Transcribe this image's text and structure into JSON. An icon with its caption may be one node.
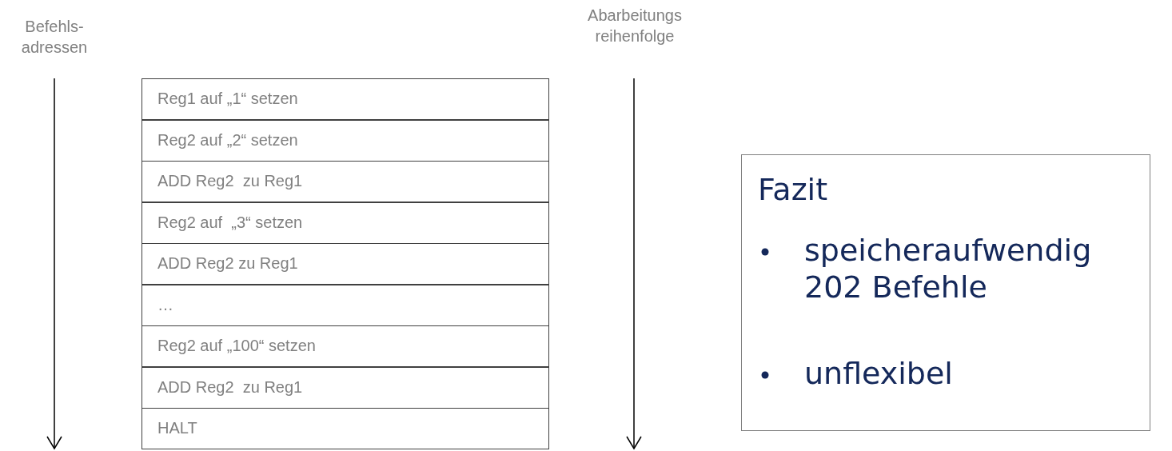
{
  "diagram": {
    "nodes": [
      {
        "text": [
          "Reg1 auf „1“ setzen"
        ]
      },
      {
        "text": [
          "Reg2 auf „2“ setzen"
        ]
      },
      {
        "text": [
          "ADD Reg2  zu Reg1"
        ]
      },
      {
        "text": [
          "Reg2 auf  „3“ setzen"
        ]
      },
      {
        "text": [
          "ADD Reg2 zu Reg1"
        ]
      },
      {
        "text": [
          "…"
        ]
      },
      {
        "text": [
          "Reg2 auf „100“ setzen"
        ]
      },
      {
        "text": [
          "ADD Reg2  zu Reg1"
        ]
      },
      {
        "text": [
          "HALT"
        ]
      },
      {
        "text": [
          "Fazit",
          "speicheraufwendig 202 Befehle",
          "unflexibel"
        ]
      }
    ],
    "edges": [],
    "labels": [
      "Befehls- adressen",
      "Abarbeitungs reihenfolge"
    ]
  }
}
